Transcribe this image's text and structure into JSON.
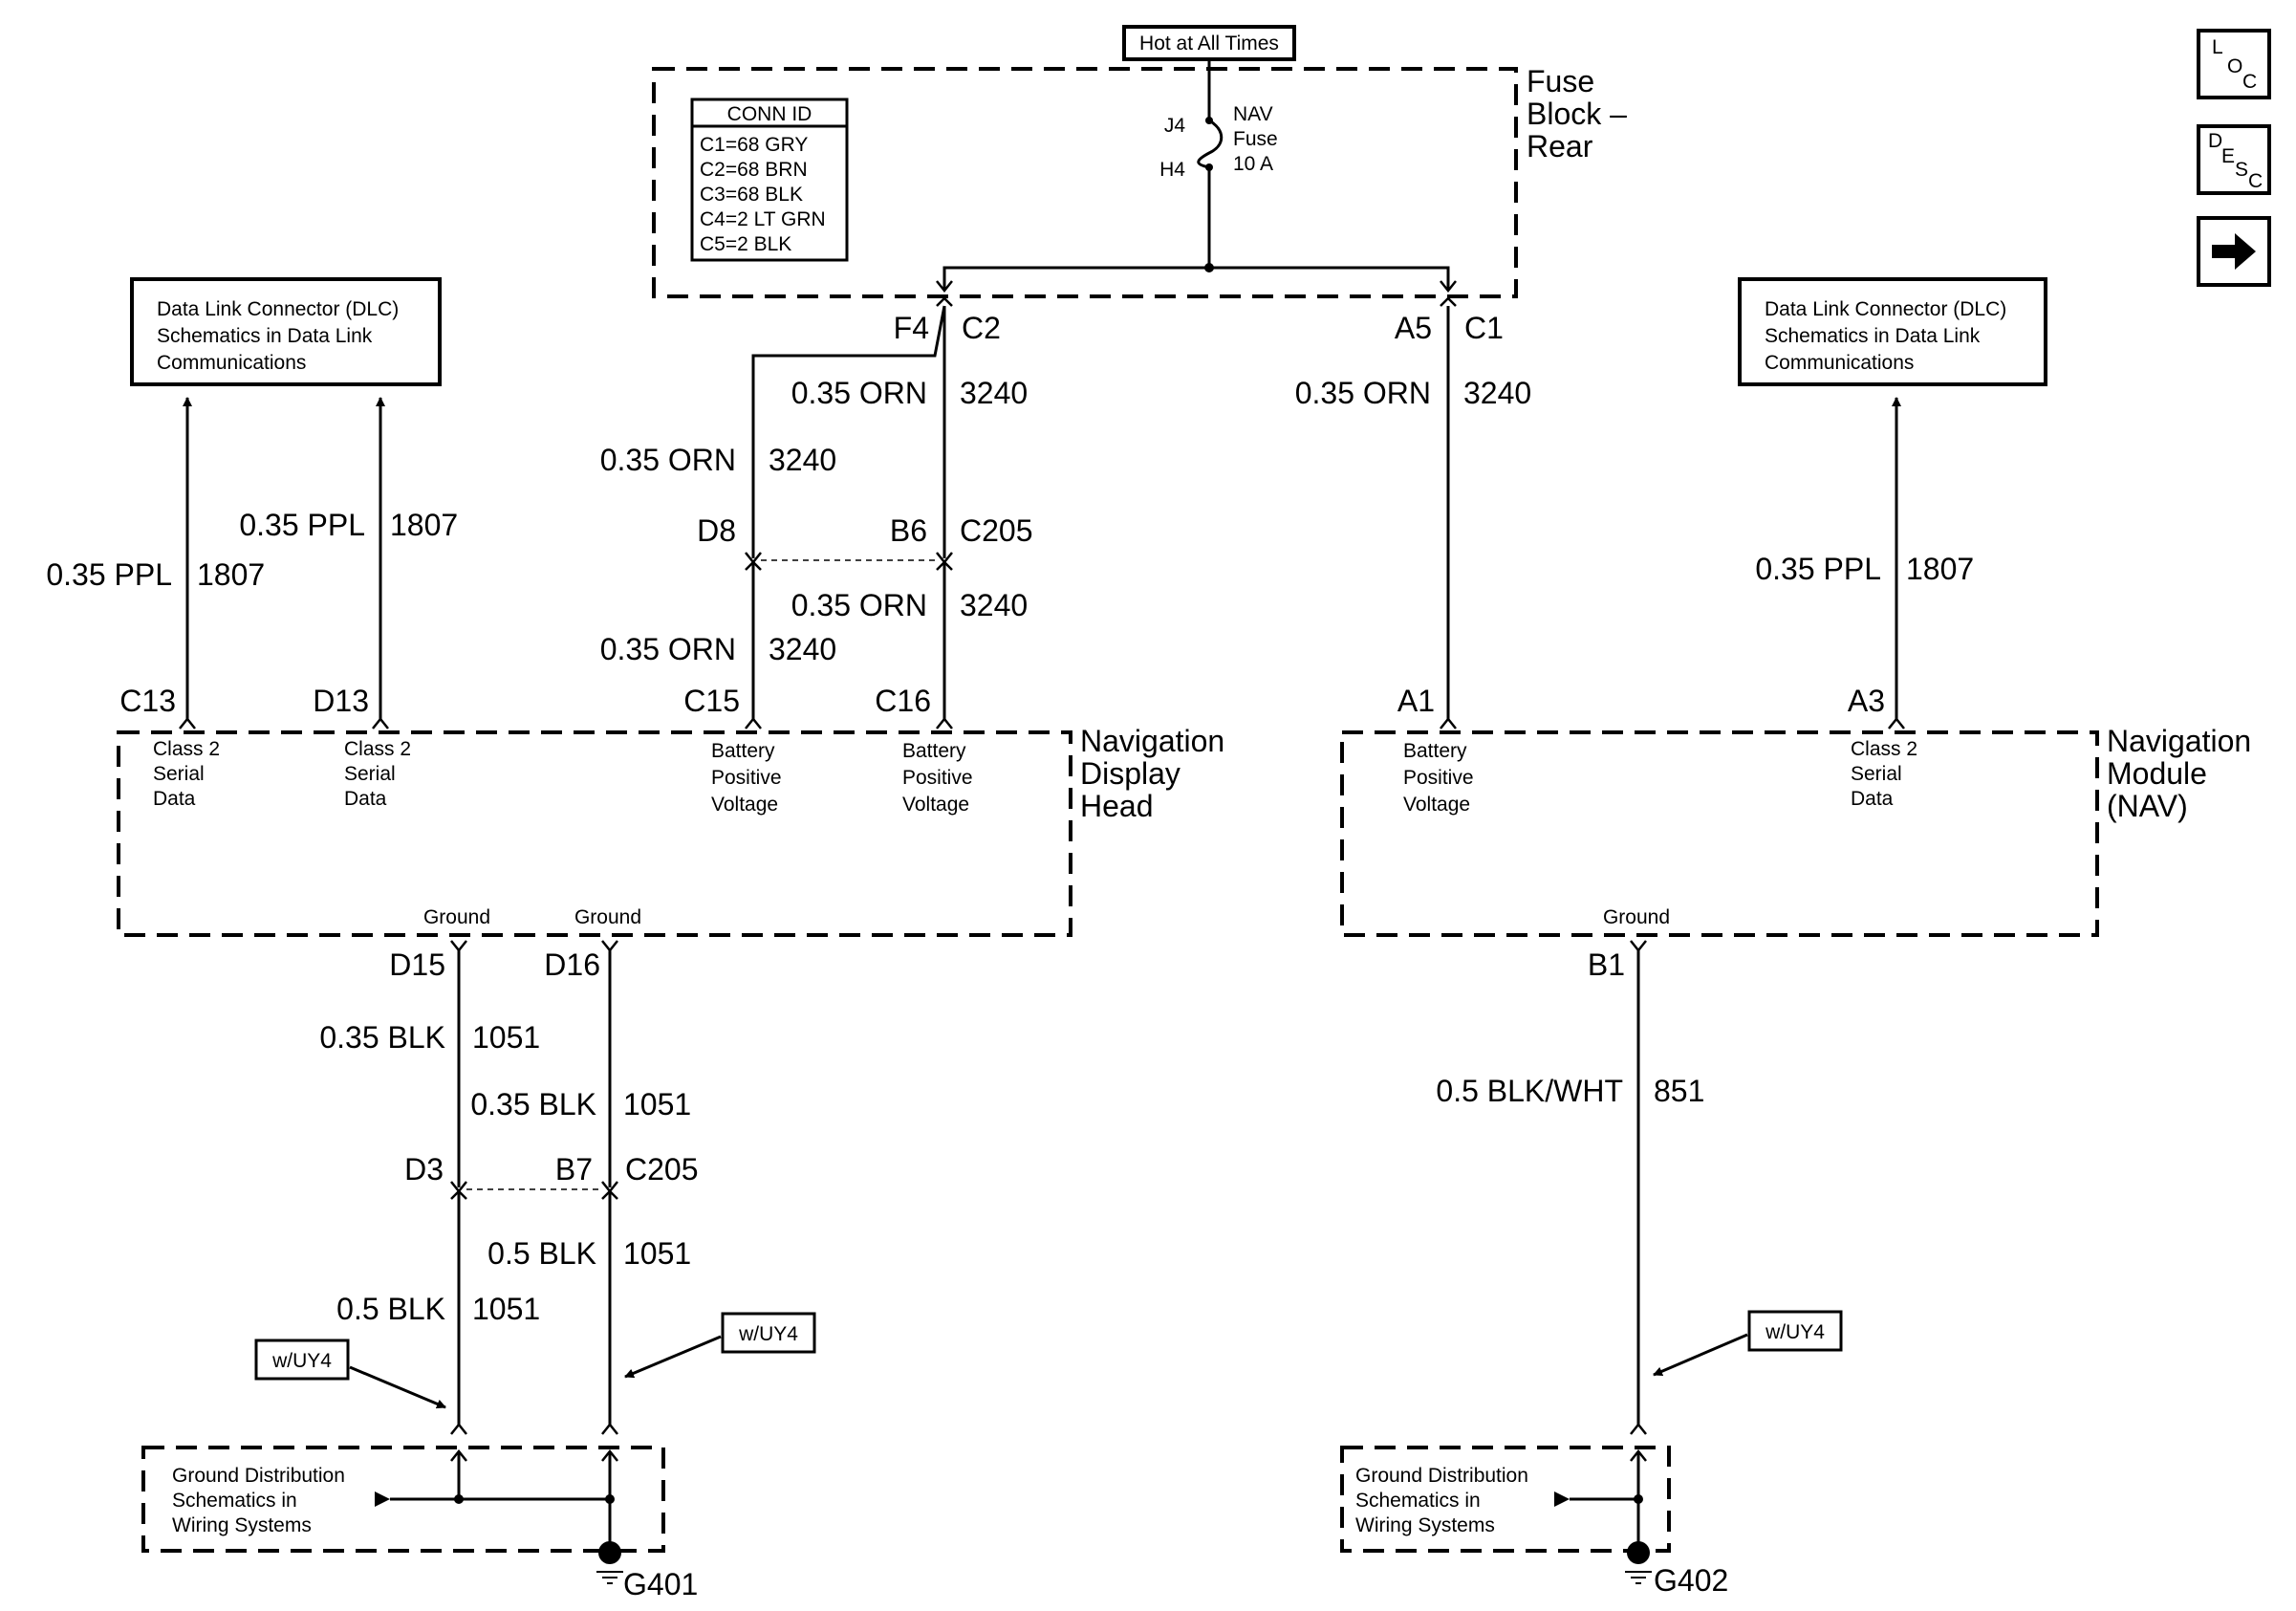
{
  "hot_label": "Hot at All Times",
  "fuse_block": {
    "label_line1": "Fuse",
    "label_line2": "Block –",
    "label_line3": "Rear",
    "fuse_pin_top": "J4",
    "fuse_pin_bottom": "H4",
    "fuse_line1": "NAV",
    "fuse_line2": "Fuse",
    "fuse_line3": "10 A"
  },
  "conn_id": {
    "title": "CONN ID",
    "lines": [
      "C1=68 GRY",
      "C2=68 BRN",
      "C3=68 BLK",
      "C4=2 LT GRN",
      "C5=2 BLK"
    ]
  },
  "dlc": {
    "line1": "Data Link Connector (DLC)",
    "line2": "Schematics in Data Link",
    "line3": "Communications"
  },
  "wires": {
    "orn_size": "0.35 ORN",
    "orn_circuit": "3240",
    "ppl_size": "0.35 PPL",
    "ppl_circuit": "1807",
    "blk035_size": "0.35 BLK",
    "blk05_size": "0.5 BLK",
    "blk_circuit": "1051",
    "blkwht_size": "0.5 BLK/WHT",
    "blkwht_circuit": "851"
  },
  "connectors": {
    "F4": "F4",
    "C2": "C2",
    "A5": "A5",
    "C1": "C1",
    "D8": "D8",
    "B6": "B6",
    "C205": "C205",
    "C13": "C13",
    "D13": "D13",
    "C15": "C15",
    "C16": "C16",
    "A1": "A1",
    "A3": "A3",
    "D15": "D15",
    "D16": "D16",
    "B1": "B1",
    "D3": "D3",
    "B7": "B7"
  },
  "ndh": {
    "label_line1": "Navigation",
    "label_line2": "Display",
    "label_line3": "Head",
    "class2_1": "Class 2",
    "class2_2": "Serial",
    "class2_3": "Data",
    "bpv_1": "Battery",
    "bpv_2": "Positive",
    "bpv_3": "Voltage",
    "ground": "Ground"
  },
  "nav": {
    "label_line1": "Navigation",
    "label_line2": "Module",
    "label_line3": "(NAV)"
  },
  "option": "w/UY4",
  "ground_dist": {
    "line1": "Ground Distribution",
    "line2": "Schematics in",
    "line3": "Wiring Systems"
  },
  "grounds": {
    "left": "G401",
    "right": "G402"
  },
  "nav_buttons": {
    "loc": [
      "L",
      "O",
      "C"
    ],
    "desc": [
      "D",
      "E",
      "S",
      "C"
    ],
    "next_icon": "right-arrow-icon"
  }
}
